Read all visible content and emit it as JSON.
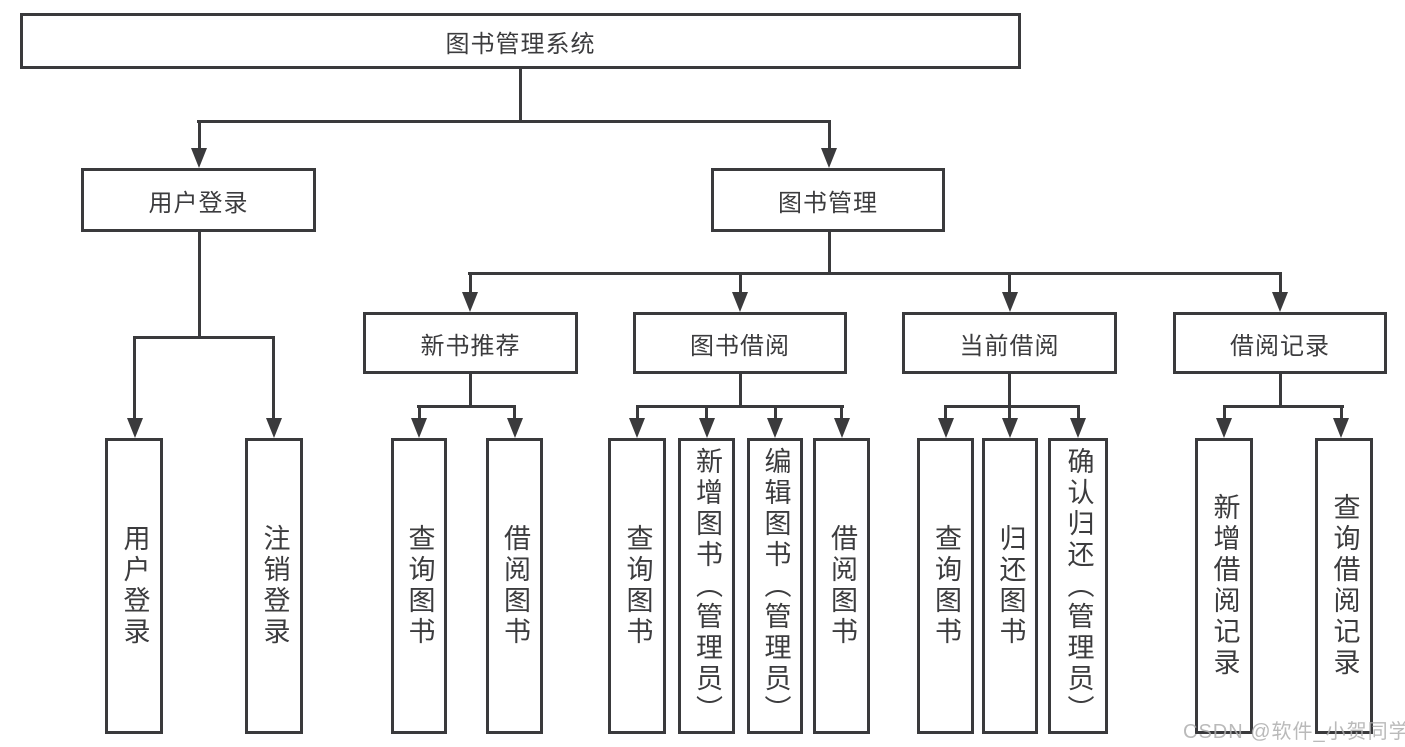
{
  "diagram": {
    "root": "图书管理系统",
    "level2": [
      "用户登录",
      "图书管理"
    ],
    "level3": [
      "新书推荐",
      "图书借阅",
      "当前借阅",
      "借阅记录"
    ],
    "leaves": {
      "user_login": [
        "用户登录",
        "注销登录"
      ],
      "new_book_recommend": [
        "查询图书",
        "借阅图书"
      ],
      "book_borrow": [
        "查询图书",
        "新增图书（管理员）",
        "编辑图书（管理员）",
        "借阅图书"
      ],
      "current_borrow": [
        "查询图书",
        "归还图书",
        "确认归还（管理员）"
      ],
      "borrow_records": [
        "新增借阅记录",
        "查询借阅记录"
      ]
    }
  },
  "watermark": "CSDN @软件_小贺同学",
  "colors": {
    "line": "#3a3a3c",
    "text": "#3c3c3e",
    "watermark": "#aeaeae",
    "background": "#ffffff"
  }
}
